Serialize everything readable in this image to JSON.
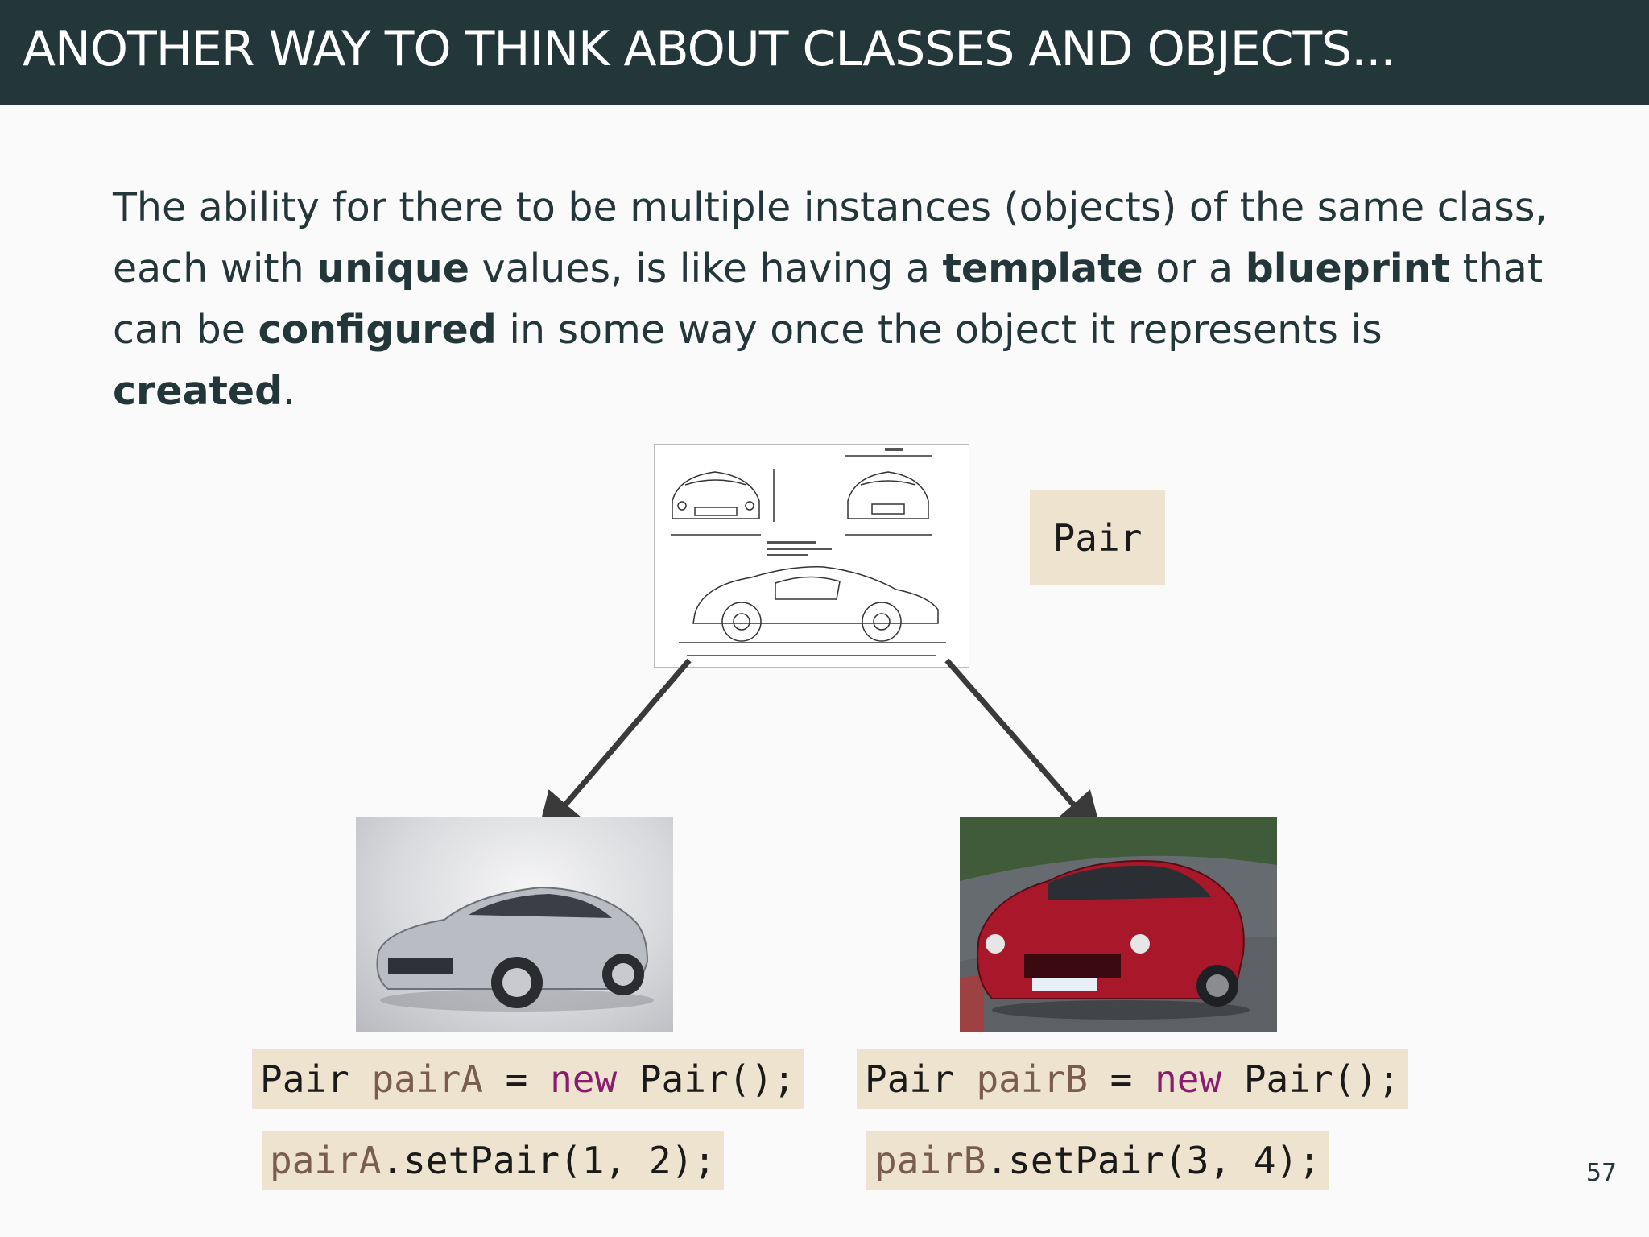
{
  "slide": {
    "title": "ANOTHER WAY TO THINK ABOUT CLASSES AND OBJECTS...",
    "paragraph": [
      {
        "text": "The ability for there to be multiple instances (objects) of the same class, each with ",
        "bold": false
      },
      {
        "text": "unique",
        "bold": true
      },
      {
        "text": " values, is like having a ",
        "bold": false
      },
      {
        "text": "template",
        "bold": true
      },
      {
        "text": " or a ",
        "bold": false
      },
      {
        "text": "blueprint",
        "bold": true
      },
      {
        "text": " that can be ",
        "bold": false
      },
      {
        "text": "configured",
        "bold": true
      },
      {
        "text": " in some way once the object it represents is ",
        "bold": false
      },
      {
        "text": "created",
        "bold": true
      },
      {
        "text": ".",
        "bold": false
      }
    ],
    "class_label": "Pair",
    "page_number": "57"
  },
  "code": {
    "left": {
      "decl": {
        "type": "Pair",
        "var": "pairA",
        "op": " = ",
        "kw": "new",
        "ctor": "Pair();"
      },
      "call": {
        "obj": "pairA",
        "method": ".setPair(1, 2);"
      }
    },
    "right": {
      "decl": {
        "type": "Pair",
        "var": "pairB",
        "op": " = ",
        "kw": "new",
        "ctor": "Pair();"
      },
      "call": {
        "obj": "pairB",
        "method": ".setPair(3, 4);"
      }
    }
  },
  "colors": {
    "header_bg": "#23373b",
    "code_bg": "#ede3cf",
    "keyword": "#8a1c6f",
    "variable": "#7b5d4e",
    "arrow": "#3a3a3a",
    "car_a": "#b9bcc2",
    "car_b": "#a8182a"
  },
  "images": {
    "blueprint": "car-blueprint-drawing",
    "car_a": "silver-sports-car-photo",
    "car_b": "red-sports-car-on-track-photo"
  }
}
